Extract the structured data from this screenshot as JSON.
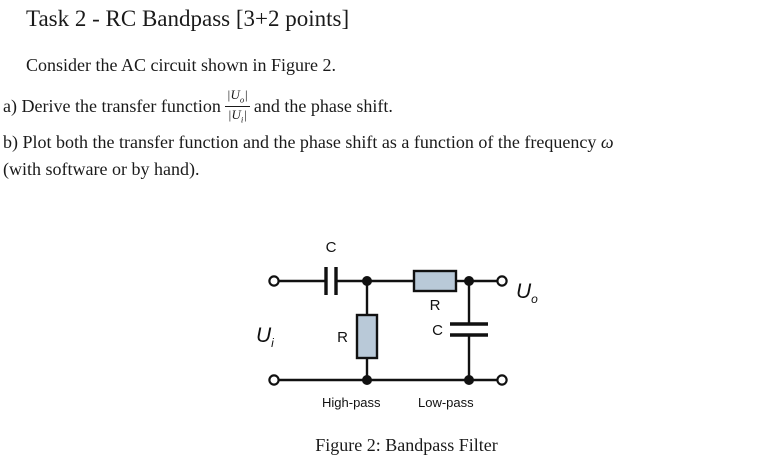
{
  "document": {
    "title": "Task 2 - RC Bandpass [3+2 points]",
    "intro": "Consider the AC circuit shown in Figure 2.",
    "part_a": {
      "prefix": "a) Derive the transfer function",
      "fraction_numerator": "|U",
      "fraction_numerator_sub": "o",
      "fraction_numerator_close": "|",
      "fraction_denominator": "|U",
      "fraction_denominator_sub": "i",
      "fraction_denominator_close": "|",
      "suffix": "and the phase shift."
    },
    "part_b": {
      "line1_pre": "b) Plot both the transfer function and the phase shift as a function of the frequency",
      "line1_symbol": "ω",
      "line2": "(with software or by hand)."
    },
    "figure": {
      "caption": "Figure 2: Bandpass Filter"
    }
  },
  "circuit": {
    "labels": {
      "input_port": "U",
      "input_port_sub": "i",
      "output_port": "U",
      "output_port_sub": "o",
      "series_capacitor": "C",
      "shunt_resistor": "R",
      "series_resistor": "R",
      "shunt_capacitor": "C",
      "stage_one": "High-pass",
      "stage_two": "Low-pass"
    },
    "colors": {
      "wire": "#111111",
      "resistor_fill": "#b9c9d8",
      "resistor_stroke": "#111111",
      "terminal_fill": "#ffffff",
      "junction_fill": "#111111",
      "background": "#ffffff"
    }
  }
}
